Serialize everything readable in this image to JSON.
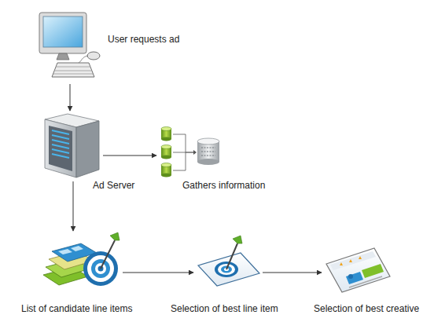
{
  "diagram": {
    "nodes": [
      {
        "text": [
          "User requests ad"
        ]
      },
      {
        "text": [
          "Ad Server"
        ]
      },
      {
        "text": [
          "Gathers information"
        ]
      },
      {
        "text": [
          "List of candidate line items"
        ]
      },
      {
        "text": [
          "Selection of best line item"
        ]
      },
      {
        "text": [
          "Selection of best creative"
        ]
      }
    ],
    "edges": [
      {
        "from": 0,
        "to": 1,
        "arrow": "to"
      },
      {
        "from": 1,
        "to": 2,
        "arrow": "to"
      },
      {
        "from": 1,
        "to": 3,
        "arrow": "to"
      },
      {
        "from": 3,
        "to": 4,
        "arrow": "to"
      },
      {
        "from": 4,
        "to": 5,
        "arrow": "to"
      }
    ]
  }
}
